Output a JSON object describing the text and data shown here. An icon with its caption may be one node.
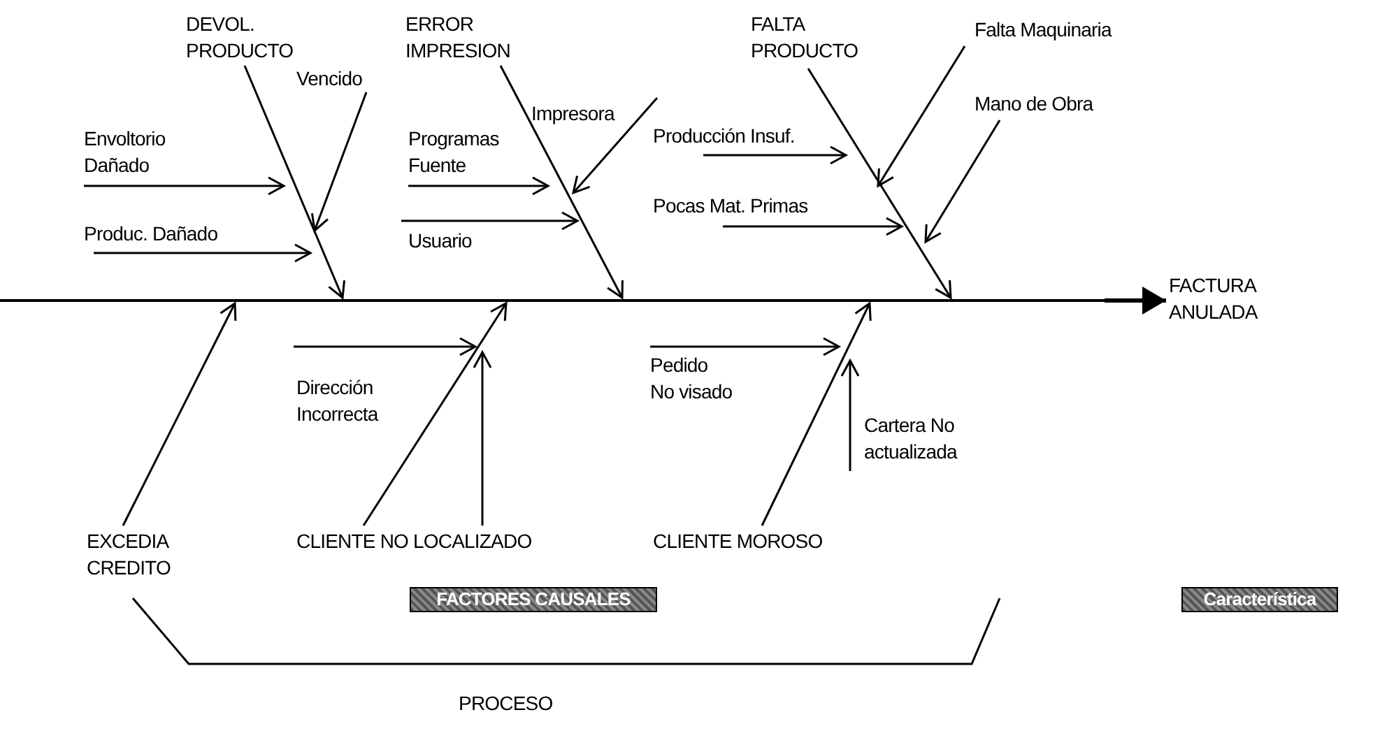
{
  "diagram": {
    "nodes": [
      {
        "text": [
          "DEVOL. PRODUCTO"
        ]
      },
      {
        "text": [
          "ERROR IMPRESION"
        ]
      },
      {
        "text": [
          "FALTA PRODUCTO"
        ]
      },
      {
        "text": [
          "Envoltorio Dañado"
        ]
      },
      {
        "text": [
          "Vencido"
        ]
      },
      {
        "text": [
          "Produc. Dañado"
        ]
      },
      {
        "text": [
          "Programas Fuente"
        ]
      },
      {
        "text": [
          "Impresora"
        ]
      },
      {
        "text": [
          "Usuario"
        ]
      },
      {
        "text": [
          "Producción Insuf."
        ]
      },
      {
        "text": [
          "Falta Maquinaria"
        ]
      },
      {
        "text": [
          "Pocas Mat. Primas"
        ]
      },
      {
        "text": [
          "Mano de Obra"
        ]
      },
      {
        "text": [],
        "shape": "bar"
      },
      {
        "text": [
          "FACTURA ANULADA"
        ]
      },
      {
        "text": [
          "Pedido No visado"
        ]
      },
      {
        "text": [
          "Dirección Incorrecta"
        ]
      },
      {
        "text": [
          "Cartera No actualizada"
        ]
      },
      {
        "text": [
          "EXCEDIA CREDITO"
        ]
      },
      {
        "text": [
          "CLIENTE NO LOCALIZADO"
        ]
      },
      {
        "text": [
          "CLIENTE MOROSO"
        ]
      },
      {
        "text": [
          "FACTORES CAUSALES"
        ]
      },
      {
        "text": [
          "Característica"
        ]
      }
    ],
    "edges": [
      {
        "from": 0,
        "to": 13,
        "arrow": "to"
      },
      {
        "from": 1,
        "to": 13,
        "arrow": "to"
      },
      {
        "from": 2,
        "to": 13,
        "arrow": "to"
      },
      {
        "from": 18,
        "to": 13,
        "arrow": "to"
      },
      {
        "from": 19,
        "to": 13,
        "arrow": "to"
      },
      {
        "from": 20,
        "to": 13,
        "arrow": "to"
      },
      {
        "from": 13,
        "to": 14,
        "arrow": "to",
        "style": "thick"
      },
      {
        "from": 3,
        "to": null,
        "arrow": "to"
      },
      {
        "from": 4,
        "to": null,
        "arrow": "to"
      },
      {
        "from": 5,
        "to": null,
        "arrow": "to"
      },
      {
        "from": 6,
        "to": null,
        "arrow": "to"
      },
      {
        "from": 7,
        "to": null,
        "arrow": "to"
      },
      {
        "from": 8,
        "to": null,
        "arrow": "to"
      },
      {
        "from": 9,
        "to": null,
        "arrow": "to"
      },
      {
        "from": 10,
        "to": null,
        "arrow": "to"
      },
      {
        "from": 11,
        "to": null,
        "arrow": "to"
      },
      {
        "from": 12,
        "to": null,
        "arrow": "to"
      },
      {
        "from": 16,
        "to": null,
        "arrow": "to"
      },
      {
        "from": 19,
        "to": null,
        "arrow": "to"
      },
      {
        "from": 15,
        "to": null,
        "arrow": "to"
      },
      {
        "from": 17,
        "to": null,
        "arrow": "to"
      }
    ],
    "labels": [
      "PROCESO"
    ]
  }
}
